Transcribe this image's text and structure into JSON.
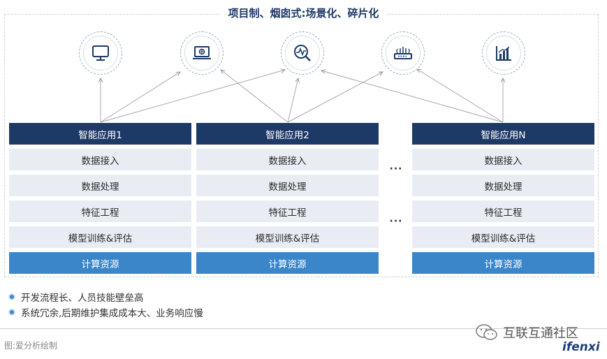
{
  "title": "项目制、烟囱式:场景化、碎片化",
  "icons": [
    "monitor-icon",
    "laptop-icon",
    "search-analytics-icon",
    "router-icon",
    "bar-chart-icon"
  ],
  "columns": [
    {
      "app": "智能应用1",
      "layers": [
        "数据接入",
        "数据处理",
        "特征工程",
        "模型训练&评估"
      ],
      "compute": "计算资源"
    },
    {
      "app": "智能应用2",
      "layers": [
        "数据接入",
        "数据处理",
        "特征工程",
        "模型训练&评估"
      ],
      "compute": "计算资源"
    },
    {
      "app": "智能应用N",
      "layers": [
        "数据接入",
        "数据处理",
        "特征工程",
        "模型训练&评估"
      ],
      "compute": "计算资源"
    }
  ],
  "ellipsis": "···",
  "bullets": [
    "开发流程长、人员技能壁垒高",
    "系统冗余,后期维护集成成本大、业务响应慢"
  ],
  "source": "图:爱分析绘制",
  "watermark": {
    "cn": "互联互通社区",
    "en": "ifenxi"
  },
  "colors": {
    "dark": "#1d3966",
    "light": "#e9edf3",
    "accent": "#3b86c9"
  }
}
